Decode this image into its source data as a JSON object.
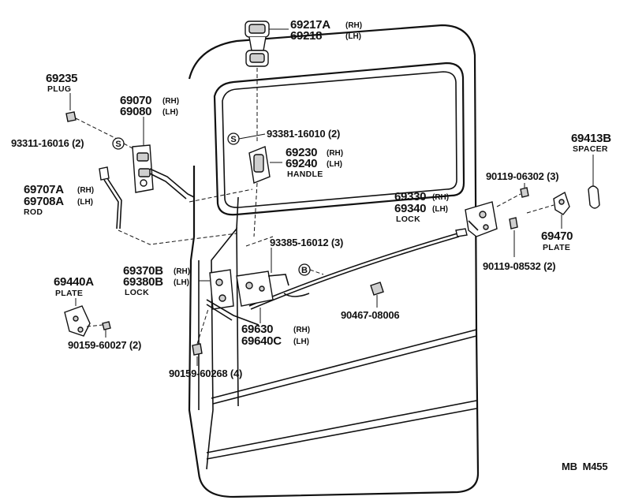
{
  "labels": {
    "outside_handle_rh": "69217A",
    "outside_handle_lh": "69218",
    "plug": "69235",
    "plug_name": "PLUG",
    "hinge_rh": "69070",
    "hinge_lh": "69080",
    "screw_93311": "93311-16016 (2)",
    "rod_rh": "69707A",
    "rod_lh": "69708A",
    "rod_name": "ROD",
    "screw_93381": "93381-16010 (2)",
    "handle_rh": "69230",
    "handle_lh": "69240",
    "handle_name": "HANDLE",
    "spacer": "69413B",
    "spacer_name": "SPACER",
    "bolt_90119_06302": "90119-06302 (3)",
    "lock_rear_rh": "69330",
    "lock_rear_lh": "69340",
    "lock_rear_name": "LOCK",
    "plate_rear": "69470",
    "plate_rear_name": "PLATE",
    "bolt_90119_08532": "90119-08532 (2)",
    "screw_93385": "93385-16012 (3)",
    "lock_front_rh": "69370B",
    "lock_front_lh": "69380B",
    "lock_front_name": "LOCK",
    "plate_front": "69440A",
    "plate_front_name": "PLATE",
    "clip_90467": "90467-08006",
    "cable_rh": "69630",
    "cable_lh": "69640C",
    "bolt_90159_60027": "90159-60027 (2)",
    "bolt_90159_60268": "90159-60268 (4)",
    "ref_code": "MB  M455"
  },
  "side": {
    "rh": "(RH)",
    "lh": "(LH)"
  },
  "markers": {
    "s": "S",
    "b": "B"
  }
}
